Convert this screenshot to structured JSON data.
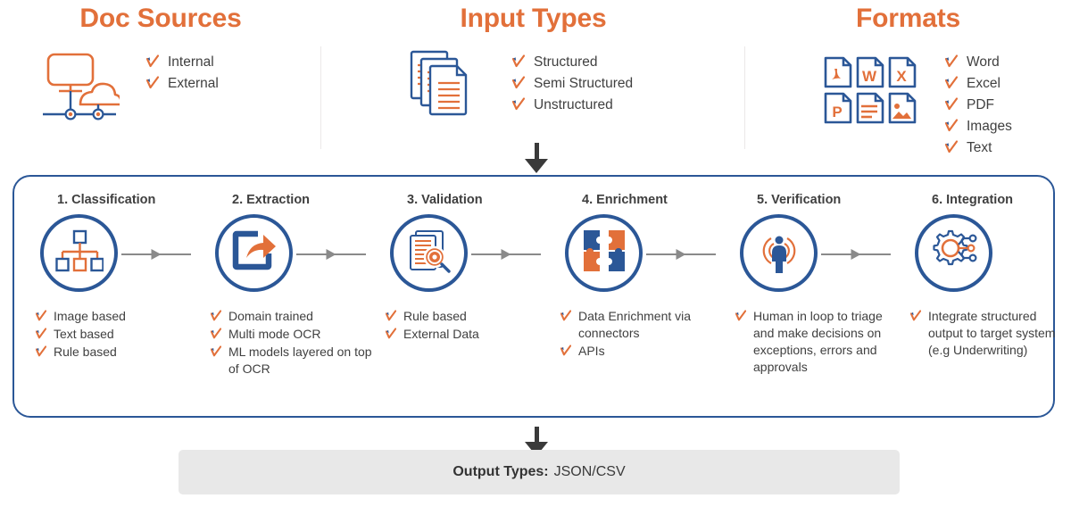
{
  "colors": {
    "accent_orange": "#E2703A",
    "brand_blue": "#2B5797",
    "text_gray": "#404040",
    "connector_gray": "#8A8A8A",
    "output_bar_bg": "#E8E8E8",
    "arrow_dark": "#3A3A3A"
  },
  "header": {
    "columns": [
      {
        "title": "Doc Sources",
        "icon": "network-cloud-desktop-icon",
        "items": [
          "Internal",
          "External"
        ]
      },
      {
        "title": "Input Types",
        "icon": "stacked-documents-icon",
        "items": [
          "Structured",
          "Semi Structured",
          "Unstructured"
        ]
      },
      {
        "title": "Formats",
        "icon": "file-format-grid-icon",
        "items": [
          "Word",
          "Excel",
          "PDF",
          "Images",
          "Text"
        ]
      }
    ],
    "format_file_icons": [
      "pdf-file-icon",
      "word-file-icon",
      "excel-file-icon",
      "powerpoint-file-icon",
      "text-file-icon",
      "image-file-icon"
    ]
  },
  "flow_arrows": {
    "into_pipeline": "down-arrow-icon",
    "into_output": "down-arrow-icon",
    "between_steps": "right-arrow-icon"
  },
  "pipeline": {
    "steps": [
      {
        "title": "1. Classification",
        "icon": "hierarchy-classification-icon",
        "items": [
          "Image based",
          "Text based",
          "Rule based"
        ]
      },
      {
        "title": "2. Extraction",
        "icon": "export-share-arrow-icon",
        "items": [
          "Domain trained",
          "Multi mode OCR",
          "ML models layered on top of OCR"
        ]
      },
      {
        "title": "3. Validation",
        "icon": "document-magnifier-icon",
        "items": [
          "Rule based",
          "External Data"
        ]
      },
      {
        "title": "4. Enrichment",
        "icon": "puzzle-pieces-icon",
        "items": [
          "Data Enrichment via connectors",
          "APIs"
        ]
      },
      {
        "title": "5. Verification",
        "icon": "human-in-loop-icon",
        "items": [
          "Human in loop to triage and make decisions on exceptions, errors and approvals"
        ]
      },
      {
        "title": "6. Integration",
        "icon": "gear-network-icon",
        "items": [
          "Integrate structured output to target system (e.g Underwriting)"
        ]
      }
    ]
  },
  "output": {
    "label": "Output Types:",
    "value": "JSON/CSV"
  }
}
